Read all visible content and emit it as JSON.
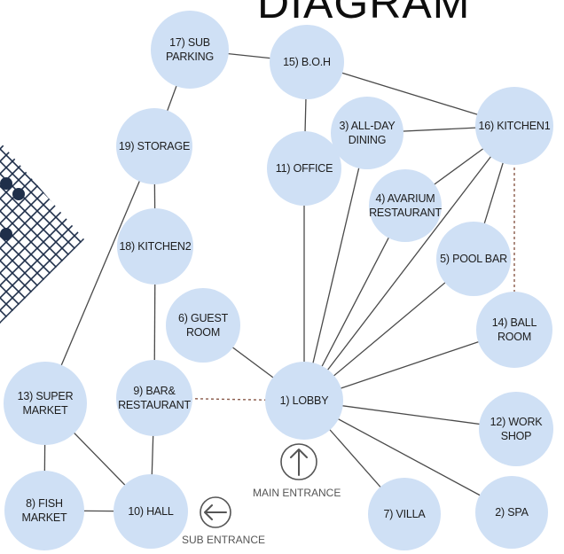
{
  "title": "DIAGRAM",
  "nodes": [
    {
      "id": "n1",
      "lines": [
        "1) LOBBY"
      ]
    },
    {
      "id": "n2",
      "lines": [
        "2) SPA"
      ]
    },
    {
      "id": "n3",
      "lines": [
        "3) ALL-DAY",
        "DINING"
      ]
    },
    {
      "id": "n4",
      "lines": [
        "4) AVARIUM",
        "RESTAURANT"
      ]
    },
    {
      "id": "n5",
      "lines": [
        "5) POOL BAR"
      ]
    },
    {
      "id": "n6",
      "lines": [
        "6) GUEST",
        "ROOM"
      ]
    },
    {
      "id": "n7",
      "lines": [
        "7) VILLA"
      ]
    },
    {
      "id": "n8",
      "lines": [
        "8) FISH",
        "MARKET"
      ]
    },
    {
      "id": "n9",
      "lines": [
        "9) BAR&",
        "RESTAURANT"
      ]
    },
    {
      "id": "n10",
      "lines": [
        "10) HALL"
      ]
    },
    {
      "id": "n11",
      "lines": [
        "11) OFFICE"
      ]
    },
    {
      "id": "n12",
      "lines": [
        "12) WORK",
        "SHOP"
      ]
    },
    {
      "id": "n13",
      "lines": [
        "13) SUPER",
        "MARKET"
      ]
    },
    {
      "id": "n14",
      "lines": [
        "14) BALL",
        "ROOM"
      ]
    },
    {
      "id": "n15",
      "lines": [
        "15) B.O.H"
      ]
    },
    {
      "id": "n16",
      "lines": [
        "16) KITCHEN1"
      ]
    },
    {
      "id": "n17",
      "lines": [
        "17) SUB",
        "PARKING"
      ]
    },
    {
      "id": "n18",
      "lines": [
        "18) KITCHEN2"
      ]
    },
    {
      "id": "n19",
      "lines": [
        "19) STORAGE"
      ]
    }
  ],
  "edges": [
    {
      "from": "n1",
      "to": "n6"
    },
    {
      "from": "n1",
      "to": "n11"
    },
    {
      "from": "n1",
      "to": "n3"
    },
    {
      "from": "n1",
      "to": "n4"
    },
    {
      "from": "n1",
      "to": "n16"
    },
    {
      "from": "n1",
      "to": "n5"
    },
    {
      "from": "n1",
      "to": "n14"
    },
    {
      "from": "n1",
      "to": "n12"
    },
    {
      "from": "n1",
      "to": "n2"
    },
    {
      "from": "n1",
      "to": "n7"
    },
    {
      "from": "n1",
      "to": "n9",
      "dashed": true
    },
    {
      "from": "n11",
      "to": "n15"
    },
    {
      "from": "n15",
      "to": "n17"
    },
    {
      "from": "n15",
      "to": "n16"
    },
    {
      "from": "n3",
      "to": "n16"
    },
    {
      "from": "n4",
      "to": "n16"
    },
    {
      "from": "n5",
      "to": "n16"
    },
    {
      "from": "n14",
      "to": "n16",
      "dashed": true
    },
    {
      "from": "n17",
      "to": "n19"
    },
    {
      "from": "n19",
      "to": "n18"
    },
    {
      "from": "n19",
      "to": "n13"
    },
    {
      "from": "n18",
      "to": "n9"
    },
    {
      "from": "n9",
      "to": "n10"
    },
    {
      "from": "n13",
      "to": "n8"
    },
    {
      "from": "n13",
      "to": "n10"
    },
    {
      "from": "n8",
      "to": "n10"
    }
  ],
  "entrances": {
    "main": {
      "label": "MAIN ENTRANCE",
      "icon": "arrow-up-icon"
    },
    "sub": {
      "label": "SUB ENTRANCE",
      "icon": "arrow-left-icon"
    }
  },
  "colors": {
    "node_fill": "#cfe0f5",
    "edge": "#4a4a4a",
    "dashed_edge": "#8a5a4a"
  }
}
